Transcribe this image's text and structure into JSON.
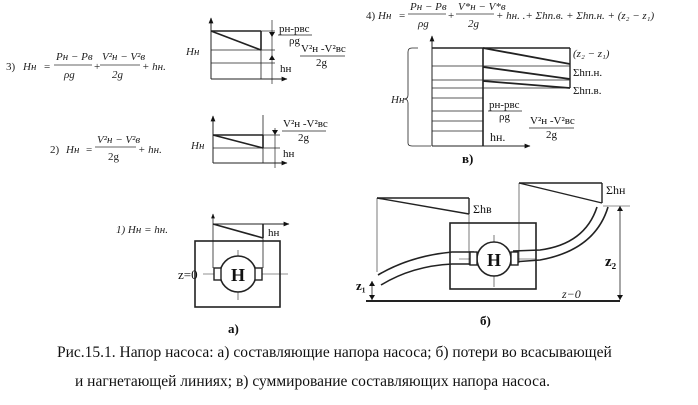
{
  "figure": {
    "caption_line1": "Рис.15.1. Напор насоса: а) составляющие напора насоса; б) потери во всасывающей",
    "caption_line2": "и нагнетающей линиях; в) суммирование составляющих напора насоса."
  },
  "eq3": {
    "prefix": "3)",
    "lhs": "Hн",
    "eq": "=",
    "f1_num": "Pн − Pв",
    "f1_den": "ρg",
    "plus1": "+",
    "f2_num": "V²н − V²в",
    "f2_den": "2g",
    "tail": "+ hн."
  },
  "eq2": {
    "prefix": "2)",
    "lhs": "Hн",
    "eq": "=",
    "f_num": "V²н − V²в",
    "f_den": "2g",
    "tail": "+ hн."
  },
  "eq1": {
    "text": "1)  Hн  = hн."
  },
  "eq4": {
    "prefix": "4)",
    "lhs": "Hн",
    "eq": "=",
    "f1_num": "Pн − Pв",
    "f1_den": "ρg",
    "plus1": "+",
    "f2_num": "V*н − V*в",
    "f2_den": "2g",
    "tail": "+ hн.   .+ Σhп.в. + Σhп.н. + (z₂ − z₁)"
  },
  "diagram3": {
    "axis_label": "Hн",
    "pressure_num": "рн-рвс",
    "pressure_den": "ρg",
    "velocity_num": "V²н  -V²вс",
    "velocity_den": "2g",
    "hn": "hн"
  },
  "diagram2": {
    "axis_label": "Hн",
    "velocity_num": "V²н  -V²вс",
    "velocity_den": "2g",
    "hn": "hн"
  },
  "diagram1": {
    "hn": "hн",
    "z_label": "z=0",
    "pump_label": "H",
    "panel_label": "а)"
  },
  "diagramB": {
    "axis_label": "Hн",
    "z_diff": "(z₂ − z₁)",
    "loss_discharge": "Σhп.н.",
    "loss_suction": "Σhп.в.",
    "pressure_num": "рн-рвс",
    "pressure_den": "ρg",
    "velocity_num": "V²н  -V²вс",
    "velocity_den": "2g",
    "hn": "hн.",
    "panel_label": "в)"
  },
  "diagramBeta": {
    "loss_suction": "Σhв",
    "loss_discharge": "Σhн",
    "pump_label": "H",
    "z1": "z₁",
    "z2": "z₂",
    "z0": "z−0",
    "panel_label": "б)"
  }
}
